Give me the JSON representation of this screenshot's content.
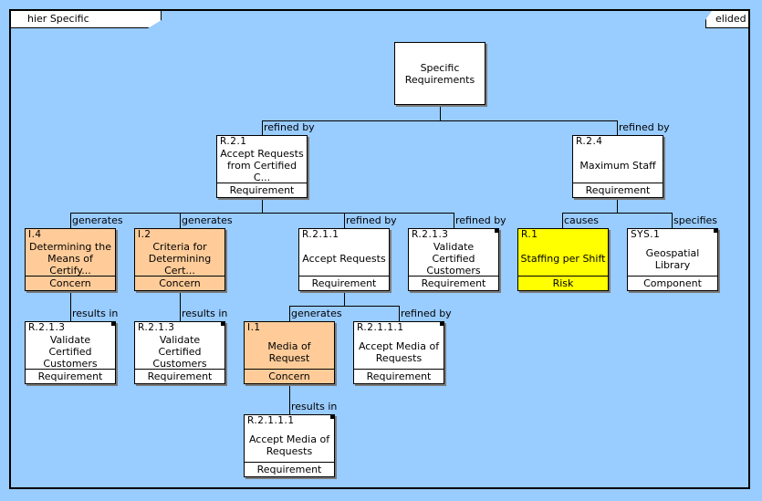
{
  "diagram": {
    "title": "hier Specific Requirements",
    "mode": "elided",
    "colors": {
      "background": "#99ccff",
      "concern": "#ffcc99",
      "risk": "#ffff00",
      "requirement": "#ffffff"
    },
    "root": {
      "name": "Specific Requirements"
    },
    "nodes": {
      "r21": {
        "id": "R.2.1",
        "name": "Accept Requests from Certified C...",
        "type": "Requirement"
      },
      "r24": {
        "id": "R.2.4",
        "name": "Maximum Staff",
        "type": "Requirement"
      },
      "i14": {
        "id": "I.4",
        "name": "Determining the Means of Certify...",
        "type": "Concern"
      },
      "i12": {
        "id": "I.2",
        "name": "Criteria for Determining Cert...",
        "type": "Concern"
      },
      "r211": {
        "id": "R.2.1.1",
        "name": "Accept Requests",
        "type": "Requirement"
      },
      "r213a": {
        "id": "R.2.1.3",
        "name": "Validate Certified Customers",
        "type": "Requirement"
      },
      "r1": {
        "id": "R.1",
        "name": "Staffing per Shift",
        "type": "Risk"
      },
      "sys1": {
        "id": "SYS.1",
        "name": "Geospatial Library",
        "type": "Component"
      },
      "r213b": {
        "id": "R.2.1.3",
        "name": "Validate Certified Customers",
        "type": "Requirement"
      },
      "r213c": {
        "id": "R.2.1.3",
        "name": "Validate Certified Customers",
        "type": "Requirement"
      },
      "i11": {
        "id": "I.1",
        "name": "Media of Request",
        "type": "Concern"
      },
      "r2111a": {
        "id": "R.2.1.1.1",
        "name": "Accept Media of Requests",
        "type": "Requirement"
      },
      "r2111b": {
        "id": "R.2.1.1.1",
        "name": "Accept Media of Requests",
        "type": "Requirement"
      }
    },
    "edge_labels": {
      "root_r21": "refined by",
      "root_r24": "refined by",
      "r21_i14": "generates",
      "r21_i12": "generates",
      "r21_r211": "refined by",
      "r21_r213": "refined by",
      "r24_r1": "causes",
      "r24_sys1": "specifies",
      "i14_r213": "results in",
      "i12_r213": "results in",
      "r211_i11": "generates",
      "r211_r2111": "refined by",
      "i11_r2111": "results in"
    }
  }
}
